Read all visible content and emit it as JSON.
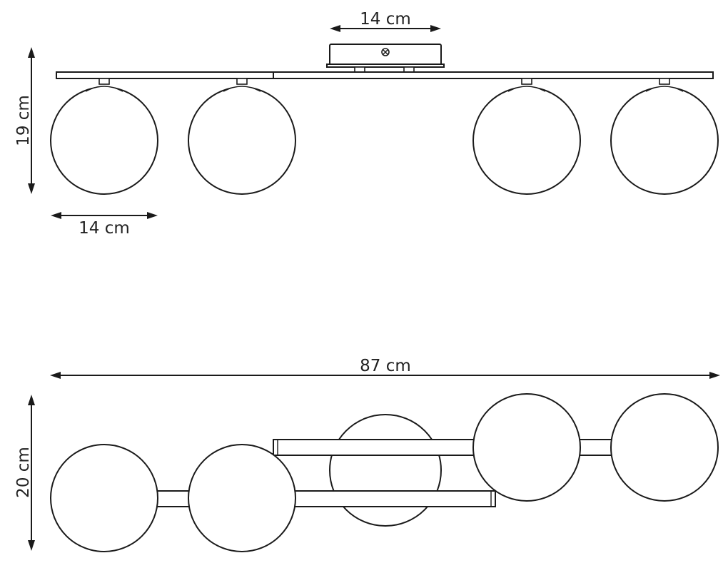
{
  "colors": {
    "line": "#1a1a1a",
    "text": "#222222",
    "background": "#ffffff"
  },
  "dimensions": {
    "top_view": {
      "canopy_width": "14 cm",
      "height": "19 cm",
      "globe_diameter": "14 cm"
    },
    "bottom_view": {
      "total_length": "87 cm",
      "depth": "20 cm"
    }
  }
}
